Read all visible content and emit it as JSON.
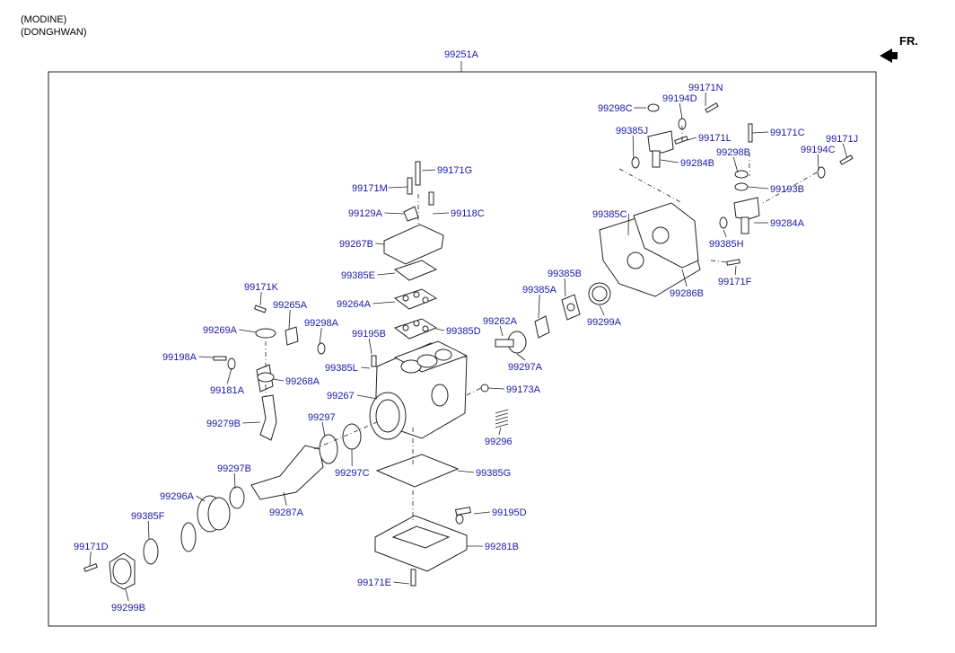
{
  "header": {
    "line1": "(MODINE)",
    "line2": "(DONGHWAN)"
  },
  "orientation": {
    "label": "FR.",
    "icon": "arrow-forward-icon"
  },
  "assembly": {
    "label": "99251A"
  },
  "parts": [
    "99171N",
    "99194D",
    "99298C",
    "99171C",
    "99385J",
    "99171L",
    "99284B",
    "99194C",
    "99171J",
    "99298B",
    "99193B",
    "99171G",
    "99171M",
    "99129A",
    "99118C",
    "99267B",
    "99385C",
    "99284A",
    "99385H",
    "99385E",
    "99264A",
    "99171F",
    "99286B",
    "99385B",
    "99385A",
    "99299A",
    "99171K",
    "99265A",
    "99298A",
    "99385D",
    "99262A",
    "99269A",
    "99195B",
    "99198A",
    "99297A",
    "99385L",
    "99181A",
    "99268A",
    "99267",
    "99173A",
    "99279B",
    "99297",
    "99296",
    "99297C",
    "99385G",
    "99297B",
    "99296A",
    "99385F",
    "99287A",
    "99195D",
    "99281B",
    "99171D",
    "99299B",
    "99171E"
  ]
}
